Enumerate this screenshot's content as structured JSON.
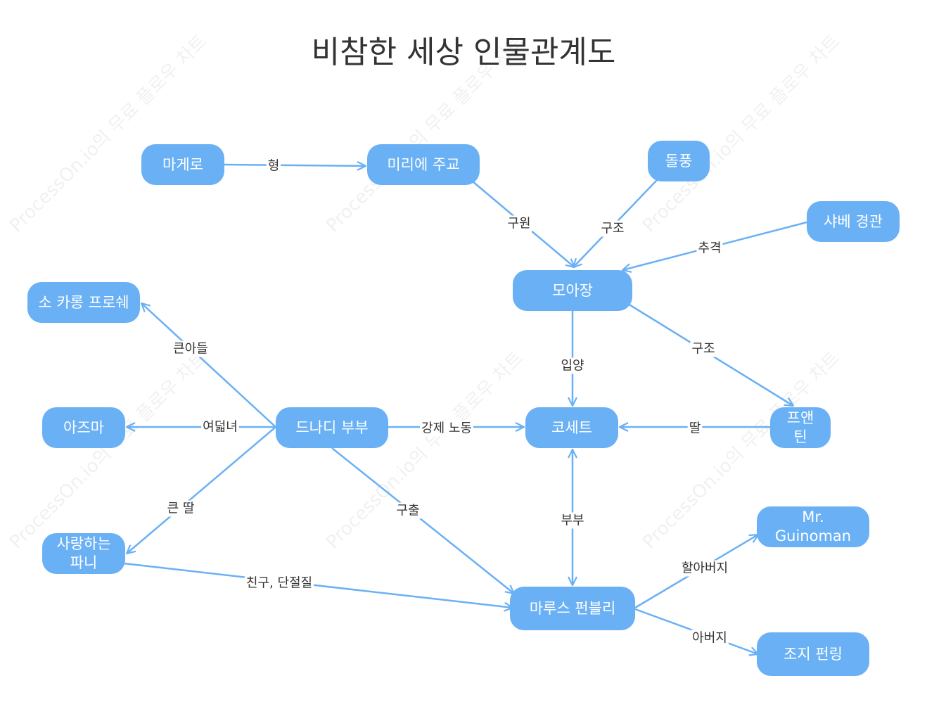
{
  "title": "비참한 세상 인물관계도",
  "watermark": "ProcessOn.io의 무료 플로우 차트",
  "colors": {
    "node_fill": "#6ab0f5",
    "edge": "#6ab0f5",
    "text": "#333333"
  },
  "nodes": {
    "magero": "마게로",
    "myriel": "미리에 주교",
    "dolpung": "돌풍",
    "javert": "샤베 경관",
    "moajang": "모아장",
    "socarong": "소 카롱 프로쉐",
    "azma": "아즈마",
    "thenardier": "드나디 부부",
    "cosette": "코세트",
    "fantine": "프앤틴",
    "fanny": "사랑하는 파니",
    "guinoman": "Mr. Guinoman",
    "marius": "마루스 펀블리",
    "george": "조지 펀링"
  },
  "edges": [
    {
      "from": "magero",
      "to": "myriel",
      "label": "형"
    },
    {
      "from": "myriel",
      "to": "moajang",
      "label": "구원"
    },
    {
      "from": "dolpung",
      "to": "moajang",
      "label": "구조"
    },
    {
      "from": "javert",
      "to": "moajang",
      "label": "추격"
    },
    {
      "from": "moajang",
      "to": "cosette",
      "label": "입양"
    },
    {
      "from": "moajang",
      "to": "fantine",
      "label": "구조"
    },
    {
      "from": "thenardier",
      "to": "socarong",
      "label": "큰아들"
    },
    {
      "from": "thenardier",
      "to": "azma",
      "label": "여덟녀"
    },
    {
      "from": "thenardier",
      "to": "fanny",
      "label": "큰 딸"
    },
    {
      "from": "thenardier",
      "to": "cosette",
      "label": "강제 노동"
    },
    {
      "from": "thenardier",
      "to": "marius",
      "label": "구출"
    },
    {
      "from": "fantine",
      "to": "cosette",
      "label": "딸"
    },
    {
      "from": "cosette",
      "to": "marius",
      "label": "부부"
    },
    {
      "from": "fanny",
      "to": "marius",
      "label": "친구, 단절질"
    },
    {
      "from": "marius",
      "to": "guinoman",
      "label": "할아버지"
    },
    {
      "from": "marius",
      "to": "george",
      "label": "아버지"
    }
  ]
}
